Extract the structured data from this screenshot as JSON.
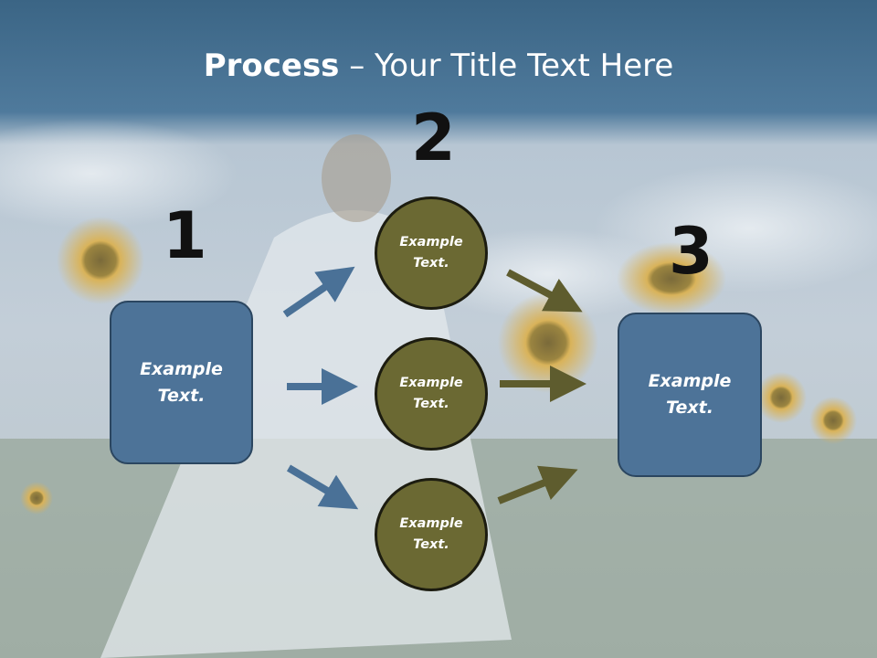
{
  "title": {
    "bold": "Process",
    "rest": " – Your Title Text Here"
  },
  "steps": {
    "one": "1",
    "two": "2",
    "three": "3"
  },
  "left_box": {
    "line1": "Example",
    "line2": "Text."
  },
  "right_box": {
    "line1": "Example",
    "line2": "Text."
  },
  "circles": [
    {
      "line1": "Example",
      "line2": "Text."
    },
    {
      "line1": "Example",
      "line2": "Text."
    },
    {
      "line1": "Example",
      "line2": "Text."
    }
  ],
  "colors": {
    "box": "#4d7398",
    "circle": "#6b6933",
    "blue_arrow": "#4a7197",
    "olive_arrow": "#5e5c2e",
    "header": "#3f6b90"
  },
  "background": "sunflower-field-photo"
}
